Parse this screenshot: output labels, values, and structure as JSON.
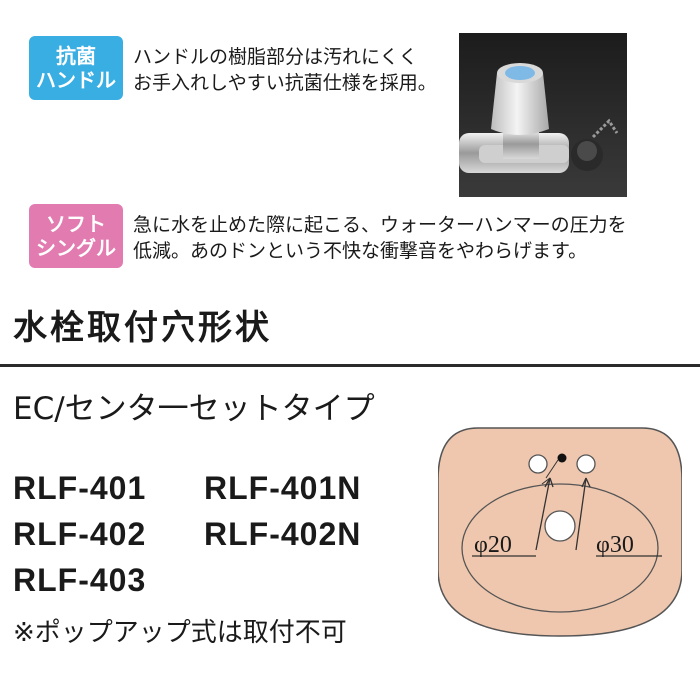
{
  "features": [
    {
      "badge": [
        "抗菌",
        "ハンドル"
      ],
      "badge_color": "#38aee3",
      "text": [
        "ハンドルの樹脂部分は汚れにくく",
        "お手入れしやすい抗菌仕様を採用。"
      ]
    },
    {
      "badge": [
        "ソフト",
        "シングル"
      ],
      "badge_color": "#e27bb0",
      "text": [
        "急に水を止めた際に起こる、ウォーターハンマーの圧力を",
        "低減。あのドンという不快な衝撃音をやわらげます。"
      ]
    }
  ],
  "section_title": "水栓取付穴形状",
  "type_label": "EC/センタ一セットタイプ",
  "models": [
    "RLF-401",
    "RLF-401N",
    "RLF-402",
    "RLF-402N",
    "RLF-403"
  ],
  "note": "※ポップアップ式は取付不可",
  "diagram": {
    "dim_left": "φ20",
    "dim_right": "φ30",
    "basin_color": "#efc7ae"
  }
}
